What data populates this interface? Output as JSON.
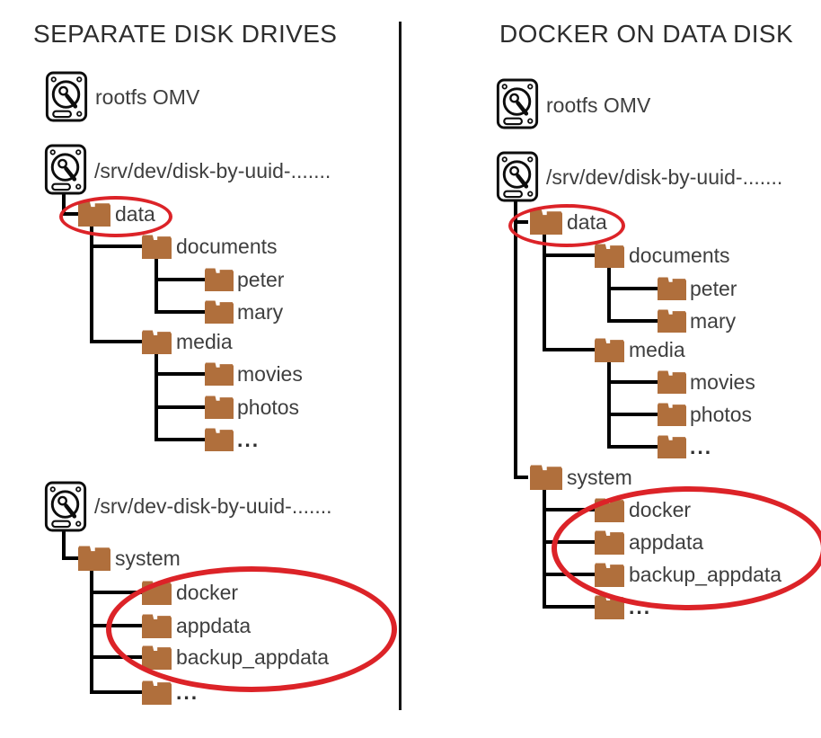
{
  "colors": {
    "folder": "#b06f3c",
    "tree_line": "#000000",
    "highlight_red": "#dc2328",
    "label_text": "#3e3e3e",
    "title_text": "#2d2d2d",
    "background": "#ffffff"
  },
  "left": {
    "title": "SEPARATE DISK DRIVES",
    "disks": {
      "rootfs": "rootfs OMV",
      "data_disk": "/srv/dev/disk-by-uuid-.......",
      "system_disk": "/srv/dev-disk-by-uuid-......."
    },
    "folders": {
      "data": "data",
      "documents": "documents",
      "peter": "peter",
      "mary": "mary",
      "media": "media",
      "movies": "movies",
      "photos": "photos",
      "media_more": "...",
      "system": "system",
      "docker": "docker",
      "appdata": "appdata",
      "backup_appdata": "backup_appdata",
      "system_more": "..."
    }
  },
  "right": {
    "title": "DOCKER ON DATA DISK",
    "disks": {
      "rootfs": "rootfs OMV",
      "data_disk": "/srv/dev/disk-by-uuid-......."
    },
    "folders": {
      "data": "data",
      "documents": "documents",
      "peter": "peter",
      "mary": "mary",
      "media": "media",
      "movies": "movies",
      "photos": "photos",
      "media_more": "...",
      "system": "system",
      "docker": "docker",
      "appdata": "appdata",
      "backup_appdata": "backup_appdata",
      "system_more": "..."
    }
  }
}
